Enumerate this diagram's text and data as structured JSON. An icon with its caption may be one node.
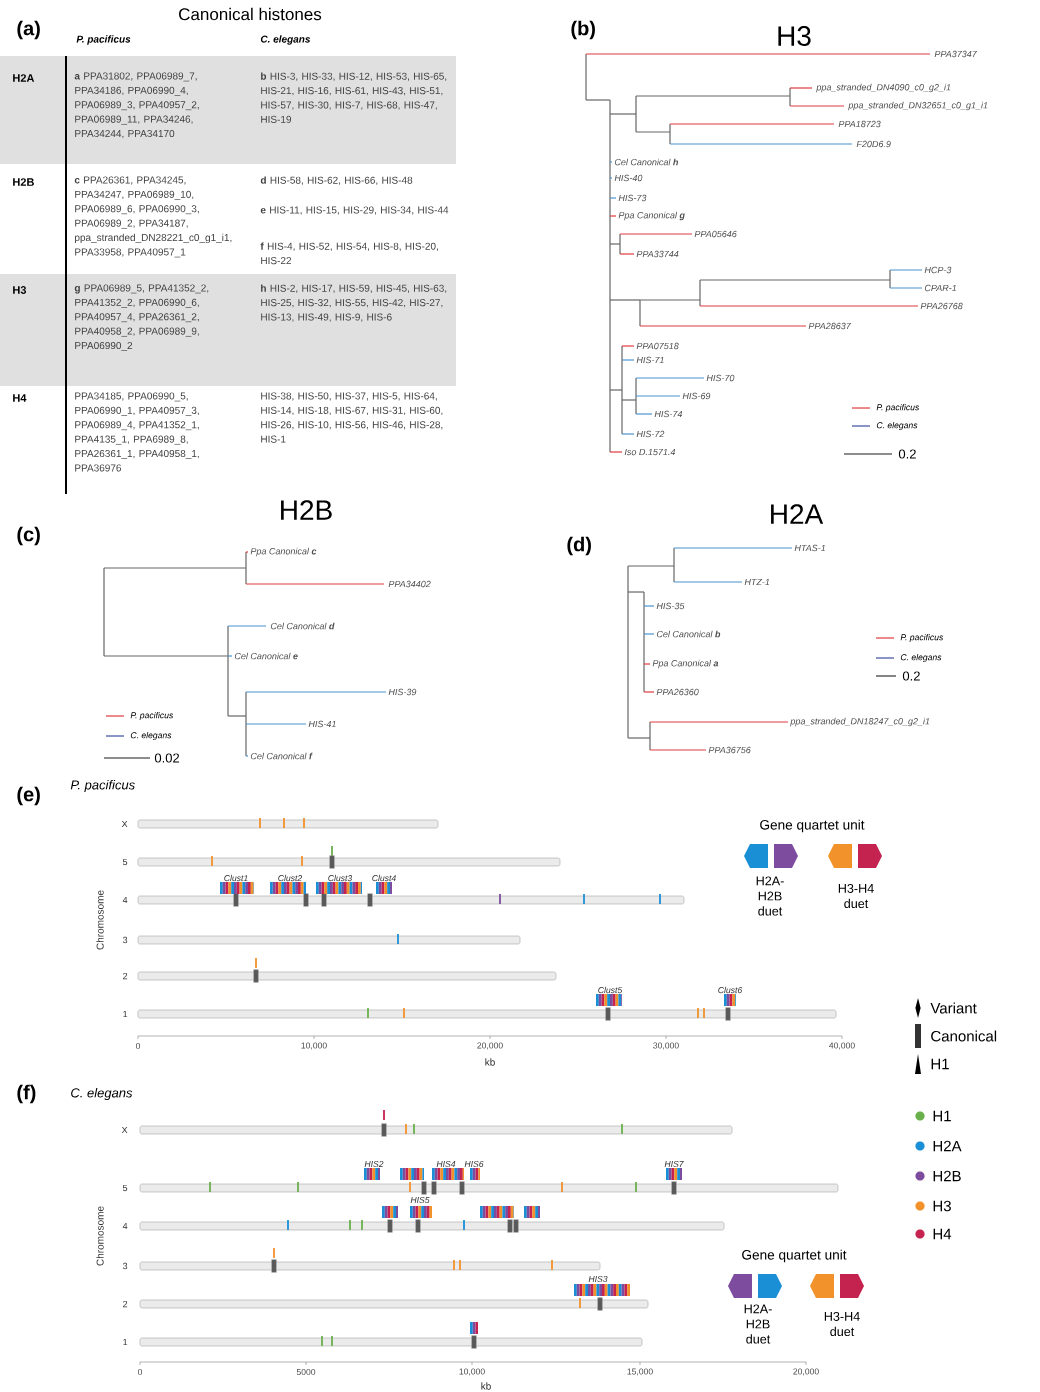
{
  "diagram": {
    "labels": [
      "(a)",
      "Canonical histones",
      "P. pacificus",
      "C. elegans",
      "H2A",
      "**a** PPA31802, PPA06989_7, PPA34186, PPA06990_4, PPA06989_3, PPA40957_2, PPA06989_11, PPA34246, PPA34244, PPA34170",
      "**b** HIS-3, HIS-33, HIS-12, HIS-53, HIS-65, HIS-21, HIS-16, HIS-61, HIS-43, HIS-51, HIS-57, HIS-30, HIS-7, HIS-68, HIS-47, HIS-19",
      "H2B",
      "**c** PPA26361, PPA34245, PPA34247, PPA06989_10, PPA06989_6, PPA06990_3, PPA06989_2, PPA34187, ppa_stranded_DN28221_c0_g1_i1, PPA33958, PPA40957_1",
      "**d** HIS-58, HIS-62, HIS-66, HIS-48",
      "**e** HIS-11, HIS-15, HIS-29, HIS-34, HIS-44",
      "**f** HIS-4, HIS-52, HIS-54, HIS-8, HIS-20, HIS-22",
      "H3",
      "**g** PPA06989_5, PPA41352_2, PPA41352_2, PPA06990_6, PPA40957_4, PPA26361_2, PPA40958_2, PPA06989_9, PPA06990_2",
      "**h** HIS-2, HIS-17, HIS-59, HIS-45, HIS-63, HIS-25, HIS-32, HIS-55, HIS-42, HIS-27, HIS-13, HIS-49, HIS-9, HIS-6",
      "H4",
      "PPA34185, PPA06990_5, PPA06990_1, PPA40957_3, PPA06989_4, PPA41352_1, PPA4135_1, PPA6989_8, PPA26361_1, PPA40958_1, PPA36976",
      "HIS-38, HIS-50, HIS-37, HIS-5, HIS-64, HIS-14, HIS-18, HIS-67, HIS-31, HIS-60, HIS-26, HIS-10, HIS-56, HIS-46, HIS-28, HIS-1",
      "(b)",
      "H3",
      "PPA37347",
      "ppa_stranded_DN4090_c0_g2_i1",
      "ppa_stranded_DN32651_c0_g1_i1",
      "PPA18723",
      "F20D6.9",
      "Cel Canonical **h**",
      "HIS-40",
      "HIS-73",
      "Ppa Canonical **g**",
      "PPA05646",
      "PPA33744",
      "HCP-3",
      "CPAR-1",
      "PPA26768",
      "PPA28637",
      "PPA07518",
      "HIS-71",
      "HIS-70",
      "HIS-69",
      "HIS-74",
      "HIS-72",
      "Iso D.1571.4",
      "0.2",
      "(c)",
      "H2B",
      "Ppa Canonical **c**",
      "PPA34402",
      "Cel Canonical **d**",
      "Cel Canonical **e**",
      "HIS-39",
      "HIS-41",
      "0.02",
      "Cel Canonical **f**",
      "(d)",
      "H2A",
      "HTAS-1",
      "HTZ-1",
      "HIS-35",
      "Cel Canonical **b**",
      "Ppa Canonical **a**",
      "PPA26360",
      "ppa_stranded_DN18247_c0_g2_i1",
      "PPA36756",
      "0.2",
      "(e)",
      "P. pacificus",
      "X",
      "5",
      "4",
      "3",
      "2",
      "1",
      "Chromosome",
      "Clust1",
      "Clust2",
      "Clust3",
      "Clust4",
      "Clust5",
      "Clust6",
      "0",
      "10,000",
      "20,000",
      "30,000",
      "40,000",
      "kb",
      "Gene quartet unit",
      "H2A-H2B duet",
      "H3-H4 duet",
      "(f)",
      "C. elegans",
      "HIS2",
      "HIS4",
      "HIS6",
      "HIS7",
      "HIS5",
      "HIS3",
      "X",
      "5",
      "4",
      "3",
      "2",
      "1",
      "Chromosome",
      "0",
      "5000",
      "10,000",
      "15,000",
      "20,000",
      "kb",
      "Gene quartet unit",
      "H2A-H2B duet",
      "H3-H4 duet"
    ],
    "legend": [
      {
        "text": "P. pacificus"
      },
      {
        "text": "C. elegans"
      },
      {
        "text": "P. pacificus"
      },
      {
        "text": "C. elegans"
      },
      {
        "text": "P. pacificus"
      },
      {
        "text": "C. elegans"
      },
      {
        "text": "Variant"
      },
      {
        "text": "Canonical"
      },
      {
        "text": "H1"
      },
      {
        "text": "H1",
        "color": "#6ab04c"
      },
      {
        "text": "H2A",
        "color": "#1a8fd6"
      },
      {
        "text": "H2B",
        "color": "#7d4c9e"
      },
      {
        "text": "H3",
        "color": "#f2922b"
      },
      {
        "text": "H4",
        "color": "#c4234f"
      }
    ]
  }
}
